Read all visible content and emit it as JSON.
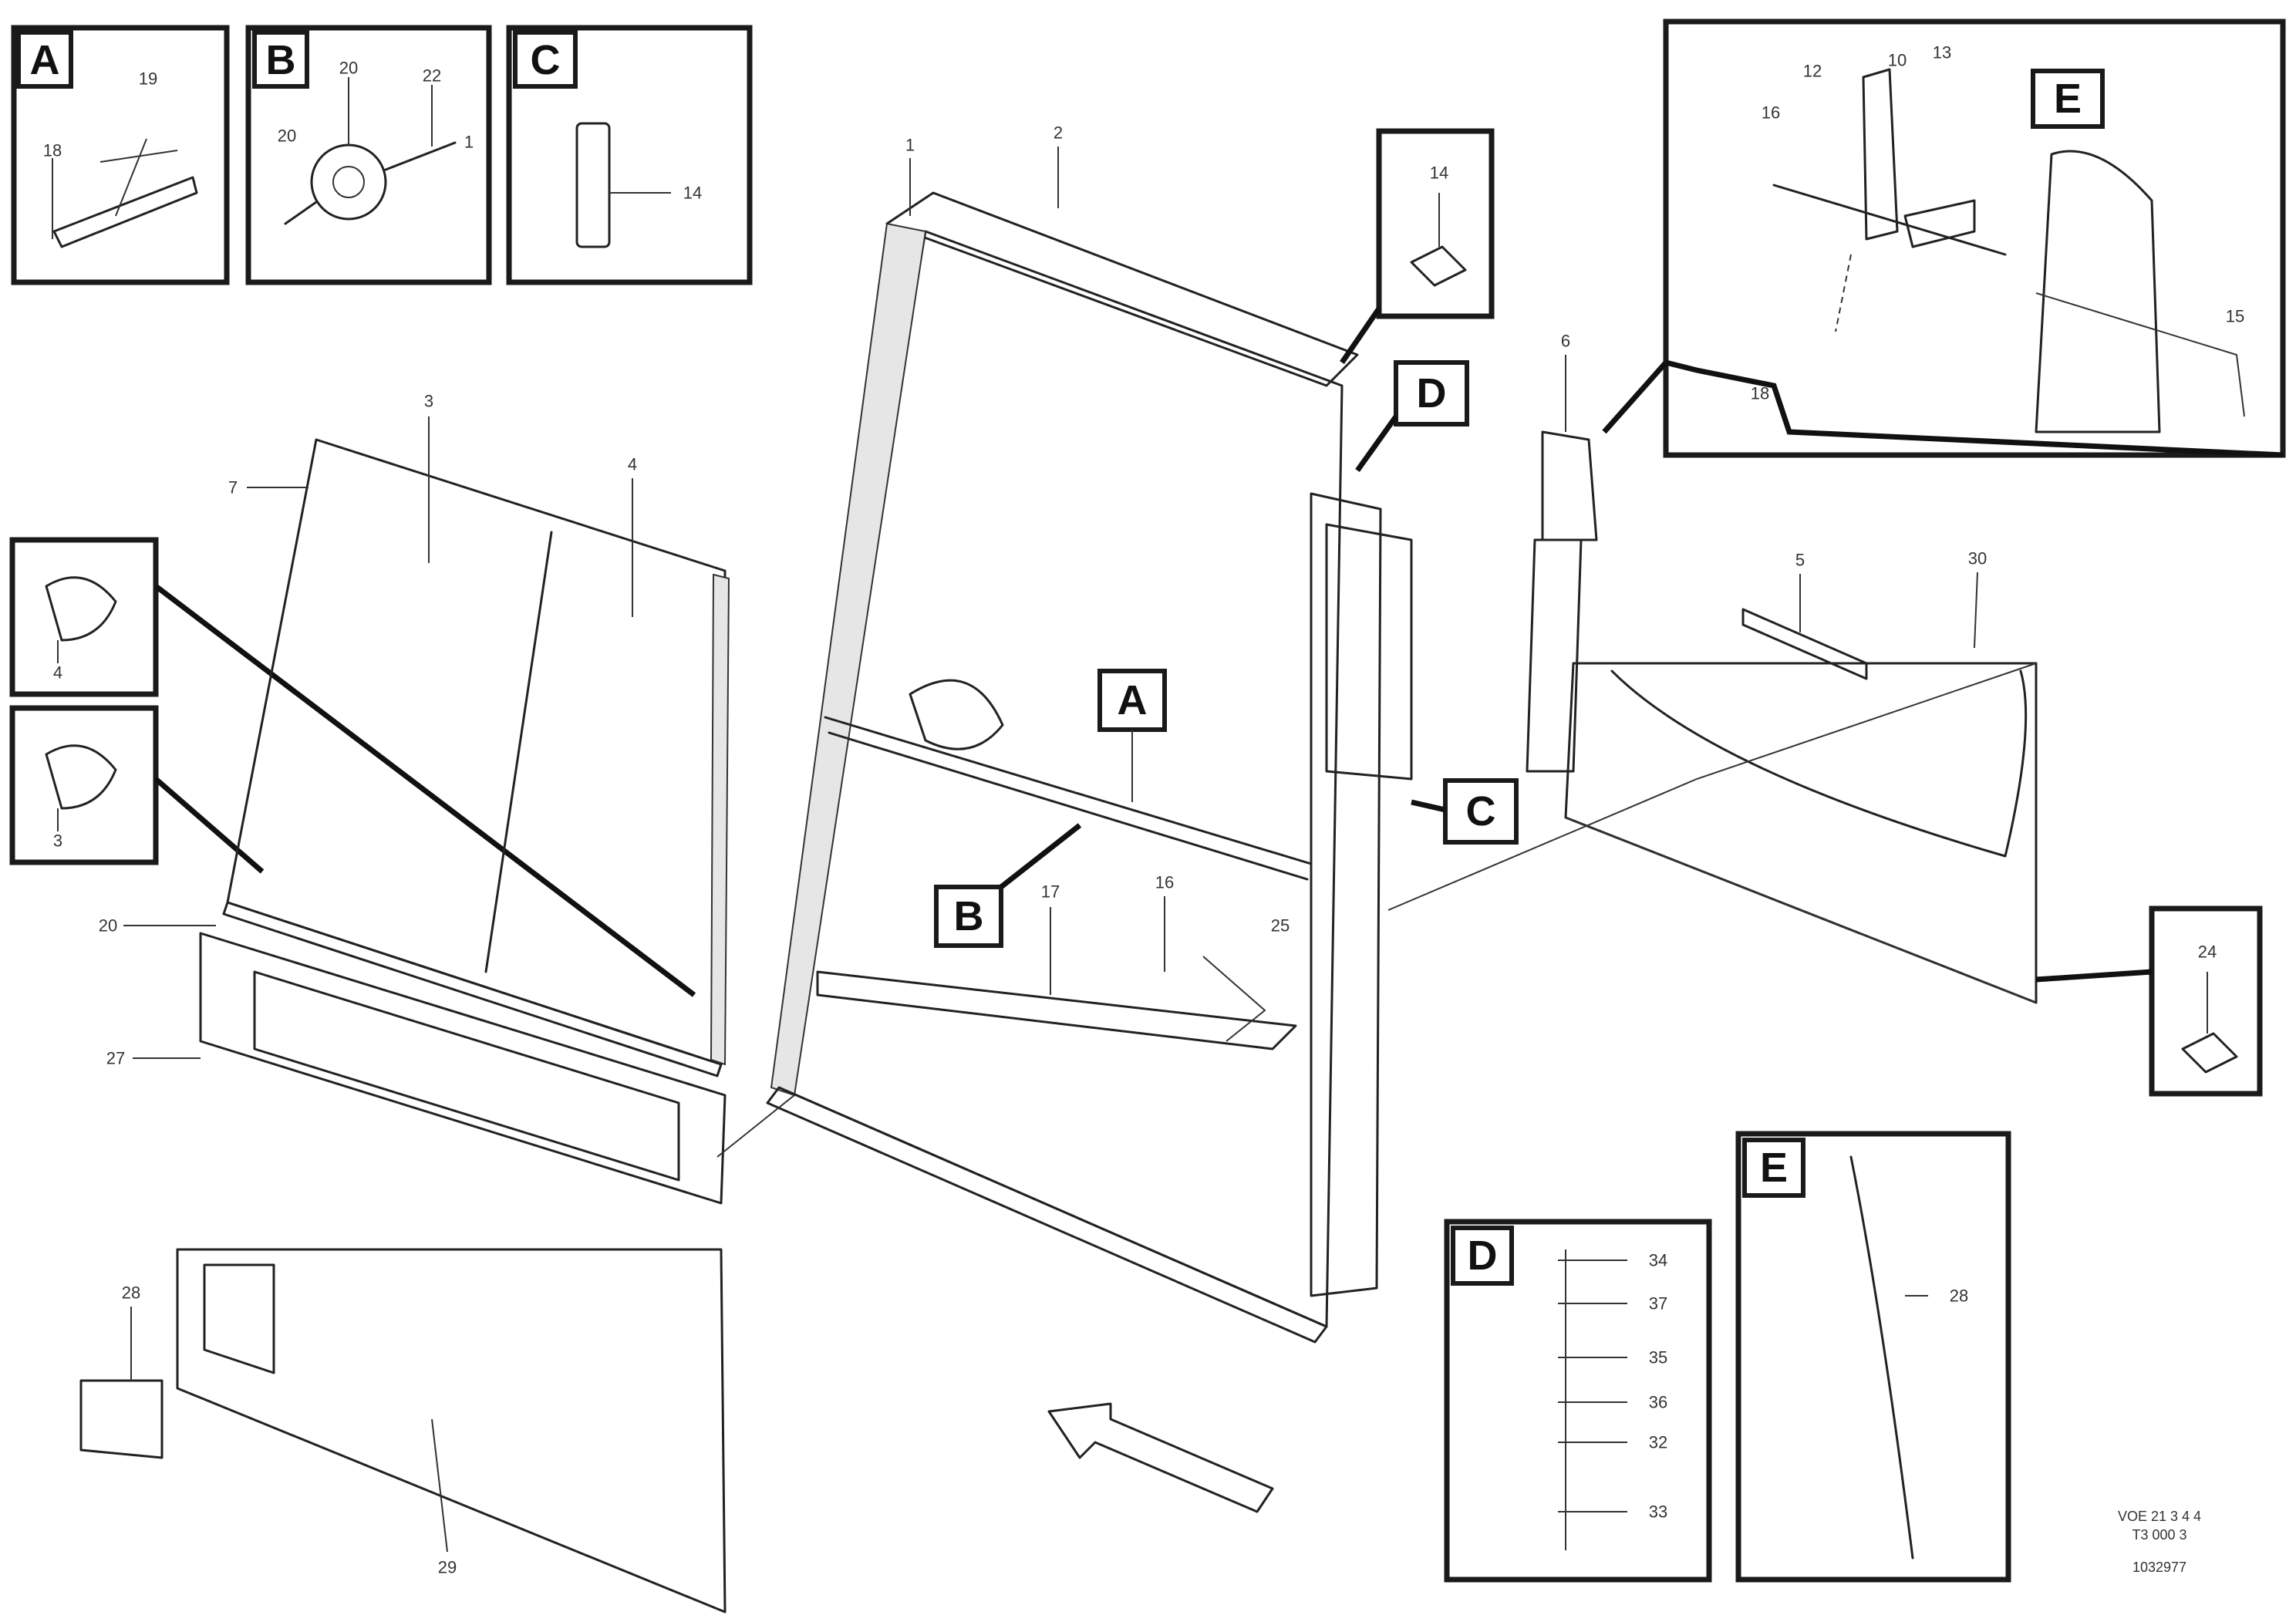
{
  "colors": {
    "line": "#222222",
    "background": "#ffffff"
  },
  "callouts": {
    "A": "A",
    "B": "B",
    "C": "C",
    "D": "D",
    "E": "E",
    "main_A": "A",
    "main_B": "B",
    "main_C": "C",
    "main_D": "D",
    "main_E": "E",
    "detail_D": "D",
    "detail_E": "E"
  },
  "detail_A": {
    "n1": "19",
    "n2": "18"
  },
  "detail_B": {
    "n1": "20",
    "n2": "22",
    "n3": "20",
    "n4": "1"
  },
  "detail_C": {
    "n1": "14"
  },
  "detail_E_upper": {
    "n1": "12",
    "n2": "13",
    "n3": "16",
    "n4": "18",
    "n5": "15",
    "n6": "10"
  },
  "upper_left_box": {
    "n1": "4"
  },
  "lower_left_box": {
    "n1": "3"
  },
  "main": {
    "n_top1": "1",
    "n_top2": "2",
    "n_top3": "3",
    "n_left7": "7",
    "n_left4": "4",
    "n_20": "20",
    "n_27": "27",
    "n_17": "17",
    "n_16": "16",
    "n_25": "25",
    "n_28": "28",
    "n_29": "29",
    "n_right5": "5",
    "n_right6": "6",
    "n_right30": "30",
    "n_14box": "14",
    "n_24box": "24"
  },
  "detail_D_list": {
    "n1": "34",
    "n2": "37",
    "n3": "35",
    "n4": "36",
    "n5": "32",
    "n6": "33"
  },
  "detail_E_list": {
    "n1": "28"
  },
  "reference": {
    "line1": "VOE 21 3 4 4",
    "line2": "T3 000 3",
    "line3": "1032977"
  }
}
